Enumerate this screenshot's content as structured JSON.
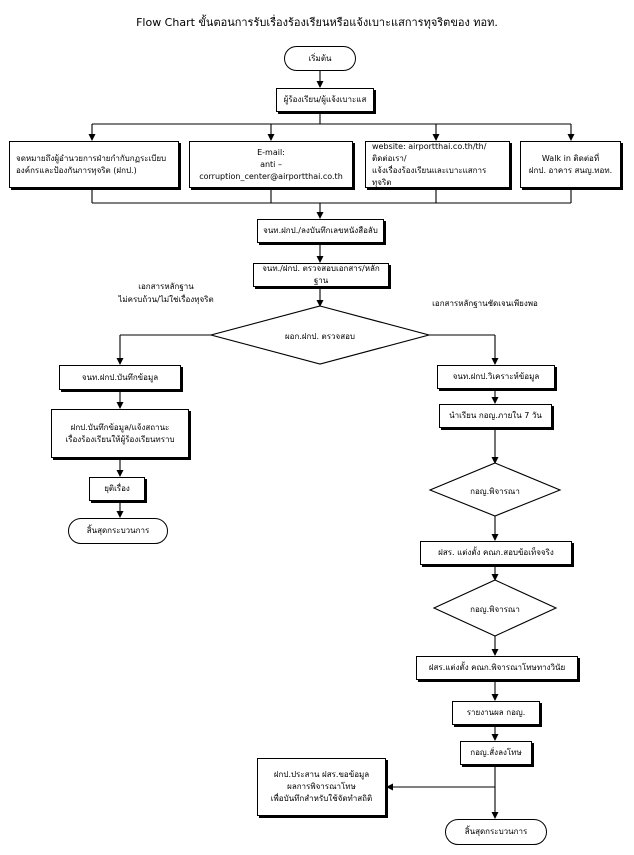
{
  "title": "Flow Chart ขั้นตอนการรับเรื่องร้องเรียนหรือแจ้งเบาะแสการทุจริตของ ทอท.",
  "nodes": {
    "start": "เริ่มต้น",
    "complainant": "ผู้ร้องเรียน/ผู้แจ้งเบาะแส",
    "channel_letter": "จดหมายถึงผู้อำนวยการฝ่ายกำกับกฏระเบียบ\nองค์กรและป้องกันการทุจริต (ฝกป.)",
    "channel_email": "E-mail:\nanti – corruption_center@airportthai.co.th",
    "channel_website": "website: airportthai.co.th/th/ติดต่อเรา/\nแจ้งเรื่องร้องเรียนและเบาะแสการทุจริต",
    "channel_walkin": "Walk in ติดต่อที่\nฝกป. อาคาร สนญ.ทอท.",
    "register": "จนท.ฝกป./ลงบันทึกเลขหนังสือลับ",
    "verify_docs": "จนท./ฝกป. ตรวจสอบเอกสาร/หลักฐาน",
    "decision_check": "ผอก.ฝกป. ตรวจสอบ",
    "left_record": "จนท.ฝกป.บันทึกข้อมูล",
    "left_notify": "ฝกป.บันทึกข้อมูล/แจ้งสถานะ\nเรื่องร้องเรียนให้ผู้ร้องเรียนทราบ",
    "left_close": "ยุติเรื่อง",
    "left_end": "สิ้นสุดกระบวนการ",
    "right_analyze": "จนท.ฝกป.วิเคราะห์ข้อมูล",
    "right_present": "นำเรียน กอญ.ภายใน 7 วัน",
    "decision_1": "กอญ.พิจารณา",
    "right_committee_fact": "ฝสร. แต่งตั้ง คณก.สอบข้อเท็จจริง",
    "decision_2": "กอญ.พิจารณา",
    "right_committee_discipline": "ฝสร.แต่งตั้ง คณก.พิจารณาโทษทางวินัย",
    "right_report": "รายงานผล กอญ.",
    "right_order": "กอญ.สั่งลงโทษ",
    "right_coordinate": "ฝกป.ประสาน ฝสร.ขอข้อมูล\nผลการพิจารณาโทษ\nเพื่อบันทึกสำหรับใช้จัดทำสถิติ",
    "right_end": "สิ้นสุดกระบวนการ"
  },
  "labels": {
    "insufficient": "เอกสารหลักฐาน\nไม่ครบถ้วน/ไม่ใช่เรื่องทุจริต",
    "sufficient": "เอกสารหลักฐานชัดเจนเพียงพอ"
  }
}
